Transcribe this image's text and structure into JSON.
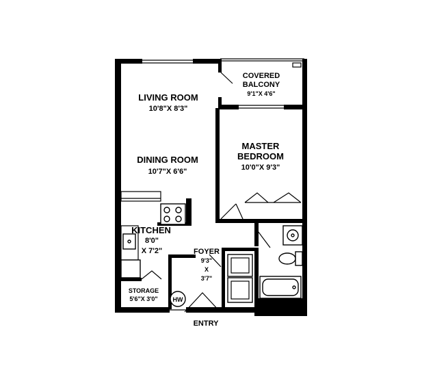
{
  "rooms": {
    "living": {
      "name": "LIVING ROOM",
      "size": "10'8\"X 8'3\""
    },
    "dining": {
      "name": "DINING ROOM",
      "size": "10'7\"X 6'6\""
    },
    "balcony": {
      "name_line1": "COVERED",
      "name_line2": "BALCONY",
      "size": "9'1\"X 4'6\""
    },
    "bedroom": {
      "name_line1": "MASTER",
      "name_line2": "BEDROOM",
      "size": "10'0\"X 9'3\""
    },
    "kitchen": {
      "name": "KITCHEN",
      "size_line1": "8'0\"",
      "size_line2": "X 7'2\""
    },
    "foyer": {
      "name": "FOYER",
      "size_line1": "9'3\"",
      "size_line2": "X",
      "size_line3": "3'7\""
    },
    "storage": {
      "name": "STORAGE",
      "size": "5'6\"X 3'0\""
    }
  },
  "fixtures": {
    "water_heater": "HW"
  },
  "entry": "ENTRY",
  "colors": {
    "wall": "#000000",
    "background": "#ffffff"
  }
}
